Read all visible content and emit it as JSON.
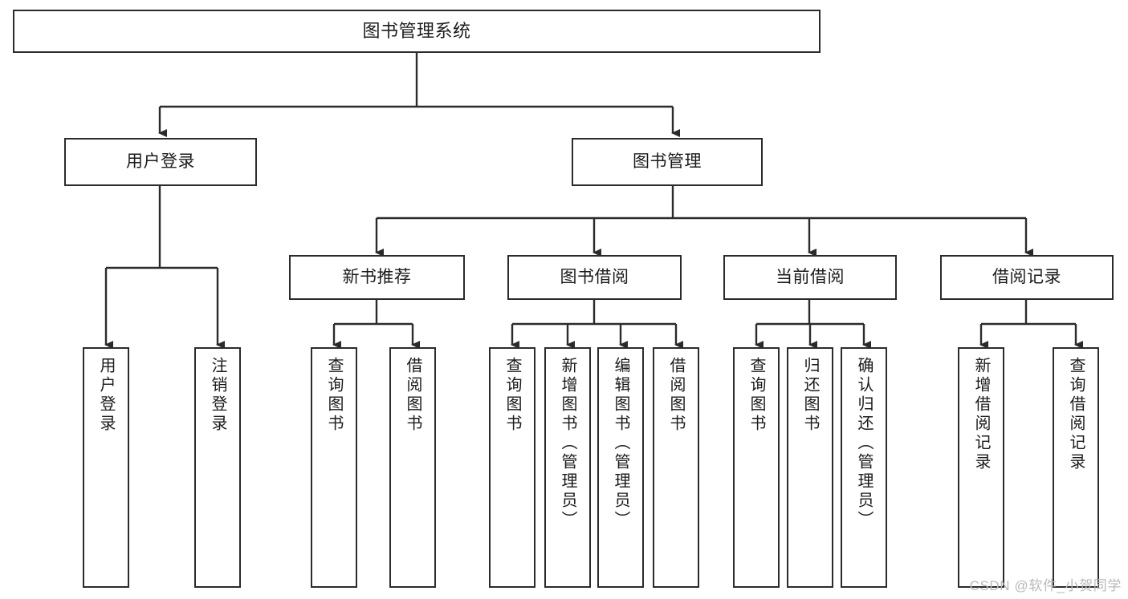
{
  "diagram": {
    "title": "图书管理系统",
    "type": "tree",
    "orientation": "top-down",
    "colors": {
      "box_stroke": "#2b2b2b",
      "box_fill": "#ffffff",
      "connector": "#2b2b2b",
      "text": "#1b1b1b",
      "background": "#ffffff",
      "watermark": "#b9b9b9"
    },
    "nodes": {
      "root": {
        "label": "图书管理系统",
        "level": 0
      },
      "level1": [
        {
          "id": "user-login",
          "label": "用户登录"
        },
        {
          "id": "book-manage",
          "label": "图书管理"
        }
      ],
      "level2": [
        {
          "id": "new-book-recommend",
          "label": "新书推荐",
          "parent": "book-manage"
        },
        {
          "id": "book-borrow",
          "label": "图书借阅",
          "parent": "book-manage"
        },
        {
          "id": "current-borrow",
          "label": "当前借阅",
          "parent": "book-manage"
        },
        {
          "id": "borrow-record",
          "label": "借阅记录",
          "parent": "book-manage"
        }
      ],
      "leaves": [
        {
          "id": "leaf-user-login",
          "label": "用户登录",
          "parent": "user-login"
        },
        {
          "id": "leaf-logout",
          "label": "注销登录",
          "parent": "user-login"
        },
        {
          "id": "leaf-query-book-1",
          "label": "查询图书",
          "parent": "new-book-recommend"
        },
        {
          "id": "leaf-borrow-book-1",
          "label": "借阅图书",
          "parent": "new-book-recommend"
        },
        {
          "id": "leaf-query-book-2",
          "label": "查询图书",
          "parent": "book-borrow"
        },
        {
          "id": "leaf-add-book",
          "label": "新增图书（管理员）",
          "parent": "book-borrow"
        },
        {
          "id": "leaf-edit-book",
          "label": "编辑图书（管理员）",
          "parent": "book-borrow"
        },
        {
          "id": "leaf-borrow-book-2",
          "label": "借阅图书",
          "parent": "book-borrow"
        },
        {
          "id": "leaf-query-book-3",
          "label": "查询图书",
          "parent": "current-borrow"
        },
        {
          "id": "leaf-return-book",
          "label": "归还图书",
          "parent": "current-borrow"
        },
        {
          "id": "leaf-confirm-return",
          "label": "确认归还（管理员）",
          "parent": "current-borrow"
        },
        {
          "id": "leaf-add-record",
          "label": "新增借阅记录",
          "parent": "borrow-record"
        },
        {
          "id": "leaf-query-record",
          "label": "查询借阅记录",
          "parent": "borrow-record"
        }
      ]
    },
    "watermark": "CSDN @软件_小贺同学"
  }
}
